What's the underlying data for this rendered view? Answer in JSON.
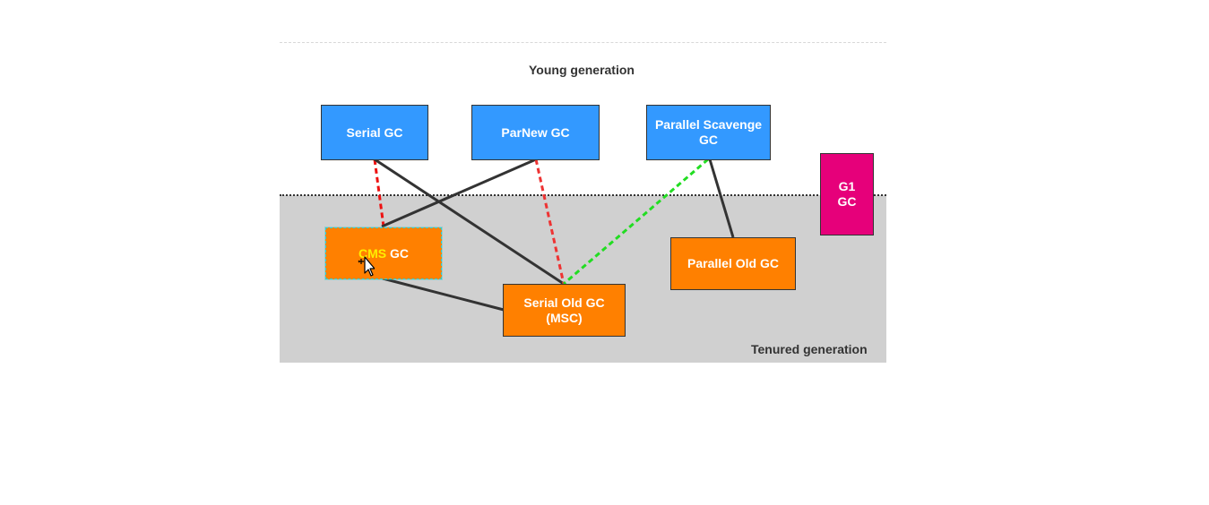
{
  "regions": {
    "young_label": "Young generation",
    "tenured_label": "Tenured generation"
  },
  "collectors": {
    "serial_gc": "Serial GC",
    "parnew_gc": "ParNew GC",
    "parallel_scavenge_gc": [
      "Parallel Scavenge",
      "GC"
    ],
    "g1_gc": [
      "G1",
      "GC"
    ],
    "cms_gc": {
      "highlight": "CMS",
      "rest": " GC"
    },
    "serial_old_gc": [
      "Serial Old GC",
      "(MSC)"
    ],
    "parallel_old_gc": "Parallel Old GC"
  },
  "connections": [
    {
      "from": "Serial GC",
      "to": "CMS GC",
      "style": "dashed",
      "color": "#ee1111"
    },
    {
      "from": "Serial GC",
      "to": "Serial Old GC (MSC)",
      "style": "solid",
      "color": "#333333"
    },
    {
      "from": "ParNew GC",
      "to": "CMS GC",
      "style": "solid",
      "color": "#333333"
    },
    {
      "from": "ParNew GC",
      "to": "Serial Old GC (MSC)",
      "style": "dashed",
      "color": "#ee3333"
    },
    {
      "from": "Parallel Scavenge GC",
      "to": "Serial Old GC (MSC)",
      "style": "dashed",
      "color": "#22dd22"
    },
    {
      "from": "Parallel Scavenge GC",
      "to": "Parallel Old GC",
      "style": "solid",
      "color": "#333333"
    },
    {
      "from": "CMS GC",
      "to": "Serial Old GC (MSC)",
      "style": "solid",
      "color": "#333333"
    }
  ],
  "colors": {
    "young_box": "#3399ff",
    "old_box": "#ff8000",
    "g1_box": "#e6007a",
    "tenured_background": "#d0d0d0",
    "selection": "#33cccc",
    "text_highlight": "#ffee00"
  }
}
